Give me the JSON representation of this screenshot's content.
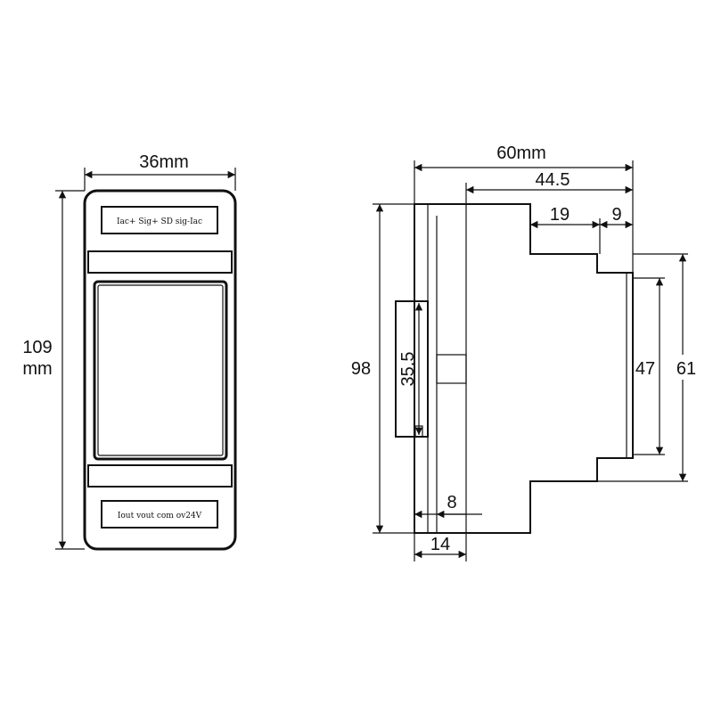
{
  "front_view": {
    "width_label": "36mm",
    "height_label_line1": "109",
    "height_label_line2": "mm",
    "top_terminal_label": "Iac+ Sig+ SD sig-Iac",
    "bottom_terminal_label": "Iout vout com ov24V"
  },
  "side_view": {
    "depth_total_label": "60mm",
    "depth_body_label": "44.5",
    "step_19_label": "19",
    "step_9_label": "9",
    "height_98_label": "98",
    "rail_slot_label": "35.5",
    "height_47_label": "47",
    "height_61_label": "61",
    "width_8_label": "8",
    "width_14_label": "14"
  }
}
